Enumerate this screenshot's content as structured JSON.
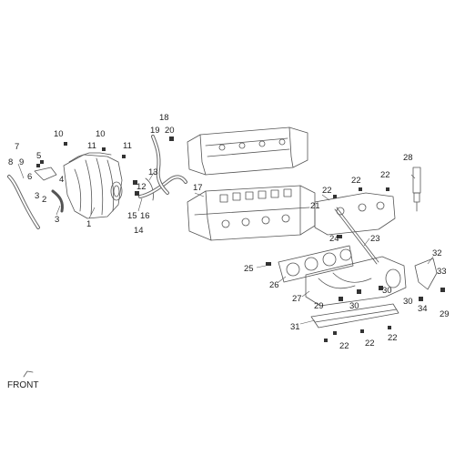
{
  "front_label": "FRONT",
  "colors": {
    "line": "#555555",
    "text": "#222222",
    "background": "#ffffff"
  },
  "callouts": [
    {
      "id": "c1",
      "text": "1"
    },
    {
      "id": "c2",
      "text": "2"
    },
    {
      "id": "c3a",
      "text": "3"
    },
    {
      "id": "c3b",
      "text": "3"
    },
    {
      "id": "c4",
      "text": "4"
    },
    {
      "id": "c5",
      "text": "5"
    },
    {
      "id": "c6",
      "text": "6"
    },
    {
      "id": "c7",
      "text": "7"
    },
    {
      "id": "c8",
      "text": "8"
    },
    {
      "id": "c9",
      "text": "9"
    },
    {
      "id": "c10a",
      "text": "10"
    },
    {
      "id": "c10b",
      "text": "10"
    },
    {
      "id": "c11a",
      "text": "11"
    },
    {
      "id": "c11b",
      "text": "11"
    },
    {
      "id": "c12",
      "text": "12"
    },
    {
      "id": "c13",
      "text": "13"
    },
    {
      "id": "c14",
      "text": "14"
    },
    {
      "id": "c15",
      "text": "15"
    },
    {
      "id": "c16",
      "text": "16"
    },
    {
      "id": "c17",
      "text": "17"
    },
    {
      "id": "c18",
      "text": "18"
    },
    {
      "id": "c19",
      "text": "19"
    },
    {
      "id": "c20",
      "text": "20"
    },
    {
      "id": "c21",
      "text": "21"
    },
    {
      "id": "c22a",
      "text": "22"
    },
    {
      "id": "c22b",
      "text": "22"
    },
    {
      "id": "c22c",
      "text": "22"
    },
    {
      "id": "c22d",
      "text": "22"
    },
    {
      "id": "c22e",
      "text": "22"
    },
    {
      "id": "c22f",
      "text": "22"
    },
    {
      "id": "c23",
      "text": "23"
    },
    {
      "id": "c24",
      "text": "24"
    },
    {
      "id": "c25",
      "text": "25"
    },
    {
      "id": "c26",
      "text": "26"
    },
    {
      "id": "c27",
      "text": "27"
    },
    {
      "id": "c28",
      "text": "28"
    },
    {
      "id": "c29a",
      "text": "29"
    },
    {
      "id": "c29b",
      "text": "29"
    },
    {
      "id": "c30a",
      "text": "30"
    },
    {
      "id": "c30b",
      "text": "30"
    },
    {
      "id": "c30c",
      "text": "30"
    },
    {
      "id": "c31",
      "text": "31"
    },
    {
      "id": "c32",
      "text": "32"
    },
    {
      "id": "c33",
      "text": "33"
    },
    {
      "id": "c34",
      "text": "34"
    }
  ]
}
